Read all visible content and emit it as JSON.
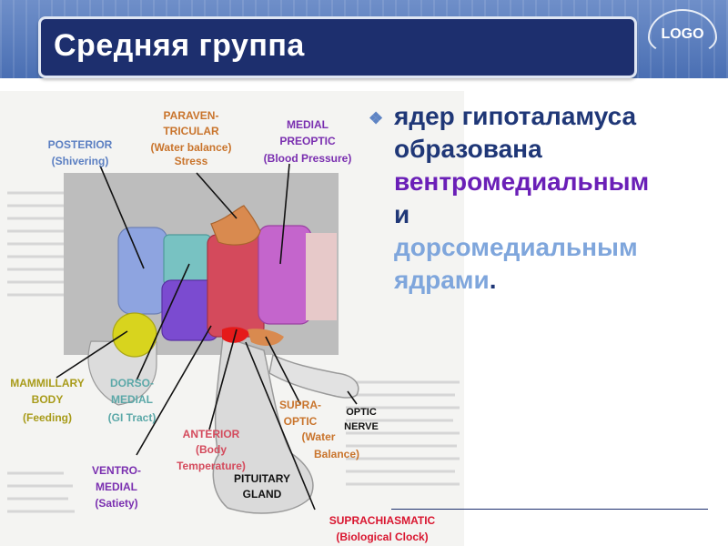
{
  "header": {
    "title": "Средняя группа",
    "logo": "LOGO"
  },
  "bullet": {
    "lines": [
      {
        "text": "ядер гипоталамуса",
        "style": "dark"
      },
      {
        "text": "образована",
        "style": "dark"
      },
      {
        "text": "вентромедиальным",
        "style": "purple"
      },
      {
        "text": "и",
        "style": "dark"
      },
      {
        "text": "дорсомедиальным",
        "style": "light"
      },
      {
        "text": "ядрами",
        "style": "light",
        "suffix": "."
      }
    ]
  },
  "labels": {
    "paraventricular_1": "PARAVEN-",
    "paraventricular_2": "TRICULAR",
    "paraventricular_3": "(Water balance)",
    "paraventricular_4": "Stress",
    "medial_preoptic_1": "MEDIAL",
    "medial_preoptic_2": "PREOPTIC",
    "medial_preoptic_3": "(Blood Pressure)",
    "posterior_1": "POSTERIOR",
    "posterior_2": "(Shivering)",
    "mammillary_1": "MAMMILLARY",
    "mammillary_2": "BODY",
    "mammillary_3": "(Feeding)",
    "dorsomedial_1": "DORSO-",
    "dorsomedial_2": "MEDIAL",
    "dorsomedial_3": "(GI Tract)",
    "anterior_1": "ANTERIOR",
    "anterior_2": "(Body",
    "anterior_3": "Temperature)",
    "supraoptic_1": "SUPRA-",
    "supraoptic_2": "OPTIC",
    "supraoptic_3": "(Water",
    "supraoptic_4": "Balance)",
    "optic_1": "OPTIC",
    "optic_2": "NERVE",
    "ventromedial_1": "VENTRO-",
    "ventromedial_2": "MEDIAL",
    "ventromedial_3": "(Satiety)",
    "pituitary_1": "PITUITARY",
    "pituitary_2": "GLAND",
    "suprachiasmatic_1": "SUPRACHIASMATIC",
    "suprachiasmatic_2": "(Biological Clock)"
  },
  "colors": {
    "header_bg": "#4a6fb3",
    "title_bg": "#1d2f6e",
    "label_orange": "#c9742c",
    "label_purple": "#7a2fb0",
    "label_blue": "#5b7fc2",
    "label_olive": "#a89b1a",
    "label_red": "#d9152f",
    "posterior": "#8ea4e0",
    "dorsomedial": "#78c2c2",
    "ventromedial": "#7b4bd0",
    "anterior": "#d44a5c",
    "paraventricular": "#d98a4f",
    "medial_preoptic": "#c465cc",
    "mammillary": "#d8d41e",
    "suprachiasmatic": "#e51a1a"
  }
}
